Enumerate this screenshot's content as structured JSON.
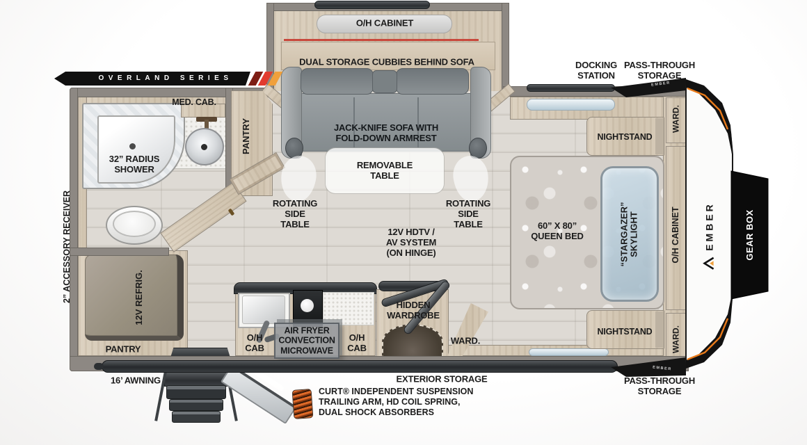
{
  "banner": {
    "text": "OVERLAND SERIES"
  },
  "brand": {
    "logo_text": "EMBER",
    "edge_badge_top": "EMBER",
    "edge_badge_bottom": "EMBER"
  },
  "colors": {
    "accent_orange": "#e87a1a",
    "stripe_maroon": "#7d1d14",
    "stripe_red": "#e23b2e",
    "stripe_amber": "#f0a03c",
    "wall_gray": "#8d8883",
    "cabinet_wood": "#d6cab7",
    "floor_gray": "#dedad4",
    "sofa_gray": "#8d9396",
    "skylight_blue": "#b0c7d6",
    "cap_black": "#111111"
  },
  "labels": {
    "living": {
      "oh_cabinet": "O/H CABINET",
      "dual_storage": "DUAL STORAGE CUBBIES BEHIND SOFA",
      "sofa": "JACK-KNIFE SOFA WITH\nFOLD-DOWN ARMREST",
      "removable_table": "REMOVABLE\nTABLE",
      "side_table_left": "ROTATING\nSIDE\nTABLE",
      "side_table_right": "ROTATING\nSIDE\nTABLE",
      "tv": "12V HDTV /\nAV SYSTEM\n(ON HINGE)"
    },
    "bathroom": {
      "shower": "32” RADIUS\nSHOWER",
      "med_cab": "MED. CAB.",
      "pantry": "PANTRY"
    },
    "kitchen": {
      "oh_cab_left": "O/H\nCAB",
      "microwave": "AIR FRYER\nCONVECTION\nMICROWAVE",
      "oh_cab_right": "O/H\nCAB",
      "hidden_wardrobe": "HIDDEN\nWARDROBE",
      "wardrobe": "WARD.",
      "refrigerator": "12V REFRIG.",
      "pantry": "PANTRY"
    },
    "bedroom": {
      "bed": "60” X 80”\nQUEEN BED",
      "skylight": "“STARGAZER”\nSKYLIGHT",
      "nightstand_top": "NIGHTSTAND",
      "nightstand_bottom": "NIGHTSTAND",
      "ward_top": "WARD.",
      "ward_bottom": "WARD.",
      "oh_cabinet_side": "O/H CABINET"
    },
    "exterior": {
      "docking_station": "DOCKING\nSTATION",
      "pass_through_top": "PASS-THROUGH\nSTORAGE",
      "pass_through_bottom": "PASS-THROUGH\nSTORAGE",
      "exterior_storage": "EXTERIOR STORAGE",
      "awning": "16’ AWNING",
      "accessory_receiver": "2” ACCESSORY RECEIVER",
      "gear_box": "GEAR BOX",
      "suspension": "CURT® INDEPENDENT SUSPENSION\nTRAILING ARM, HD COIL SPRING,\nDUAL SHOCK ABSORBERS"
    }
  }
}
